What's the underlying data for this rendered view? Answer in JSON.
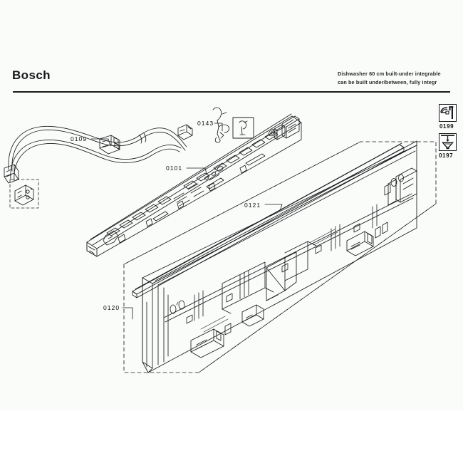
{
  "document": {
    "kind": "spare-parts-exploded-diagram",
    "brand": "Bosch",
    "header_note_line1": "Dishwasher 60 cm built-under integrable",
    "header_note_line2": "can be built under/between, fully integr"
  },
  "labels": {
    "wiring_harness": "0109",
    "control_panel": "0101",
    "latch_hook": "0143",
    "trim_strip": "0121",
    "door_panel": "0120"
  },
  "icon_legend": [
    {
      "caption": "0199",
      "icon": "wrench-tool-icon"
    },
    {
      "caption": "0197",
      "icon": "funnel-insert-icon"
    }
  ],
  "colors": {
    "ink": "#1a1a1c",
    "paper": "#fafcfa",
    "page": "#ffffff"
  }
}
